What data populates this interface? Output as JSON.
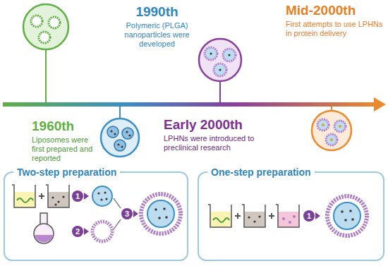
{
  "diagram": {
    "nodes": [
      {
        "text": [
          "Two-step preparation"
        ]
      },
      {
        "text": [
          "1"
        ],
        "in": 0
      },
      {
        "text": [
          "2"
        ],
        "in": 0
      },
      {
        "text": [
          "3"
        ],
        "in": 0
      },
      {
        "text": [
          "One-step preparation"
        ]
      },
      {
        "text": [
          "1"
        ],
        "in": 4
      }
    ],
    "labels": [
      "1960th",
      "Liposomes were first prepared and reported",
      "1990th",
      "Polymeric (PLGA) nanoparticles were developed",
      "Early 2000th",
      "LPHNs were introduced to preclinical research",
      "Mid-2000th",
      "First attempts to use LPHNs in protein delivery"
    ]
  }
}
